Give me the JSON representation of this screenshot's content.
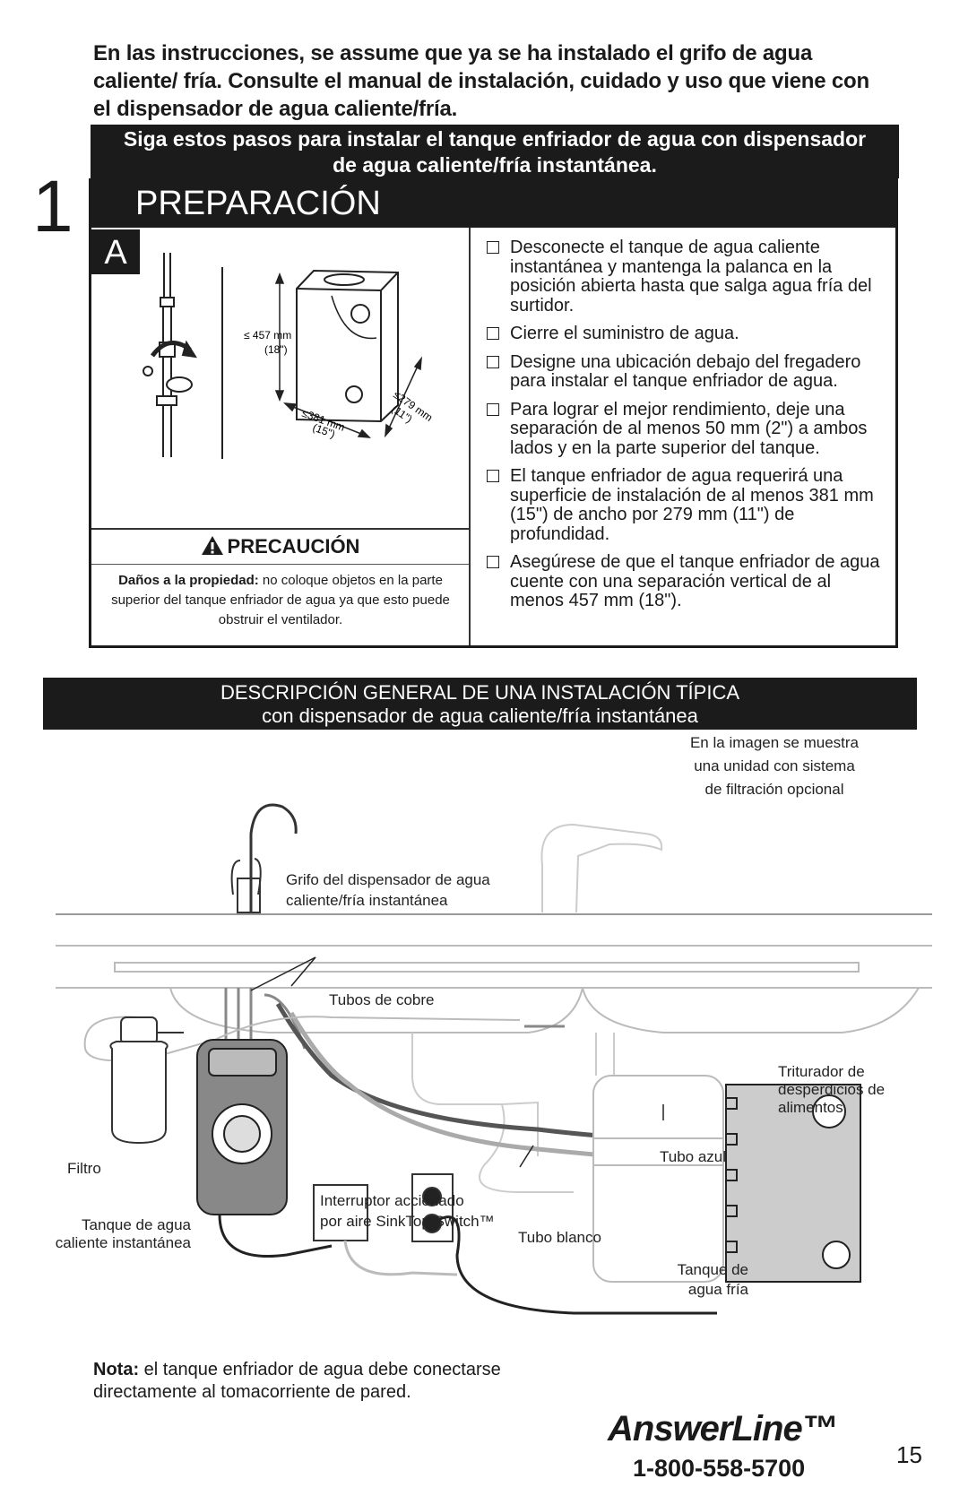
{
  "intro": "En las instrucciones, se assume que ya se ha instalado el grifo de agua caliente/ fría. Consulte el manual de instalación, cuidado y uso que viene con el dispensador de agua caliente/fría.",
  "steps_banner_1": "Siga estos pasos para instalar el tanque enfriador de agua con dispensador",
  "steps_banner_2": "de agua caliente/fría instantánea.",
  "step_number": "1",
  "step_title": "PREPARACIÓN",
  "sub_letter": "A",
  "diagram_a": {
    "height_mm": "≤ 457 mm",
    "height_in": "(18\")",
    "width_mm": "≤381 mm",
    "width_in": "(15\")",
    "depth_mm": "≤279 mm",
    "depth_in": "(11\")"
  },
  "caution": {
    "title": "PRECAUCIÓN",
    "bold": "Daños a la propiedad:",
    "text": " no coloque objetos en la parte superior del tanque enfriador de agua ya que esto puede obstruir el ventilador."
  },
  "checklist": [
    "Desconecte el tanque de agua caliente instantánea y mantenga la palanca en la posición abierta hasta que salga agua fría del surtidor.",
    "Cierre el suministro de agua.",
    "Designe una ubicación debajo del fregadero para instalar el tanque enfriador de agua.",
    "Para lograr el mejor rendimiento, deje una separación de al menos 50 mm (2\") a ambos lados y en la parte superior del tanque.",
    "El tanque enfriador de agua requerirá una superficie de instalación de al menos 381 mm (15\") de ancho por 279 mm (11\") de profundidad.",
    "Asegúrese de que el tanque enfriador de agua cuente con una separación vertical de al menos 457 mm (18\")."
  ],
  "overview_title": "DESCRIPCIÓN GENERAL DE UNA INSTALACIÓN TÍPICA",
  "overview_subtitle": "con dispensador de agua caliente/fría instantánea",
  "labels": {
    "image_note_1": "En la imagen se muestra",
    "image_note_2": "una unidad con sistema",
    "image_note_3": "de filtración opcional",
    "faucet_1": "Grifo del dispensador de agua",
    "faucet_2": "caliente/fría instantánea",
    "copper": "Tubos de cobre",
    "disposer_1": "Triturador de",
    "disposer_2": "desperdicios de",
    "disposer_3": "alimentos",
    "filter": "Filtro",
    "blue_tube": "Tubo azul",
    "switch_1": "Interruptor accionado",
    "switch_2": "por aire SinkTop Switch™",
    "hot_tank_1": "Tanque de agua",
    "hot_tank_2": "caliente instantánea",
    "white_tube": "Tubo blanco",
    "cold_tank_1": "Tanque de",
    "cold_tank_2": "agua fría"
  },
  "note_bold": "Nota:",
  "note_text": " el tanque enfriador de agua debe conectarse directamente al tomacorriente de pared.",
  "brand": "AnswerLine™",
  "phone": "1-800-558-5700",
  "page_number": "15"
}
